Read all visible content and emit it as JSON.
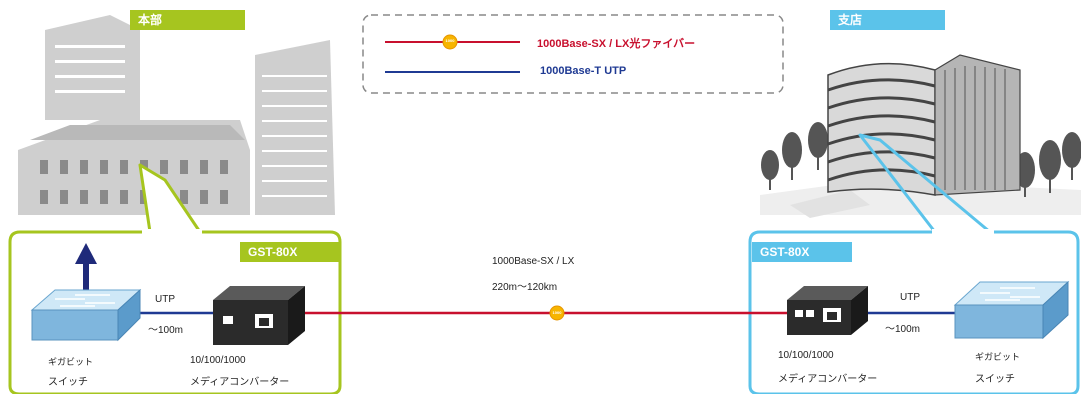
{
  "sites": {
    "hq": {
      "label": "本部"
    },
    "branch": {
      "label": "支店"
    }
  },
  "legend": {
    "fiber": {
      "label": "1000Base-SX / LX光ファイバー",
      "color": "#c8102e",
      "marker": "1000"
    },
    "utp": {
      "label": "1000Base-T UTP",
      "color": "#1f3a93"
    }
  },
  "left_box": {
    "device_tag": "GST-80X",
    "color": "#a6c51f",
    "switch_label_1": "ギガビット",
    "switch_label_2": "スイッチ",
    "utp_label": "UTP",
    "utp_distance": "〜100m",
    "converter_label_1": "10/100/1000",
    "converter_label_2": "メディアコンバーター"
  },
  "right_box": {
    "device_tag": "GST-80X",
    "color": "#5bc3ea",
    "switch_label_1": "ギガビット",
    "switch_label_2": "スイッチ",
    "utp_label": "UTP",
    "utp_distance": "〜100m",
    "converter_label_1": "10/100/1000",
    "converter_label_2": "メディアコンバーター"
  },
  "link": {
    "standard": "1000Base-SX / LX",
    "distance": "220m〜120km",
    "marker": "1000"
  }
}
